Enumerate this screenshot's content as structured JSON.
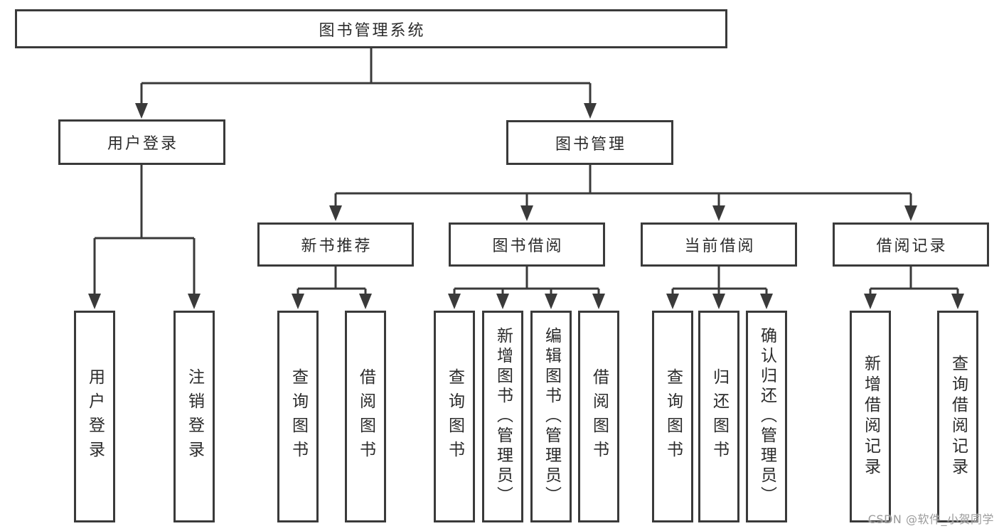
{
  "diagram": {
    "type": "hierarchy-tree",
    "colors": {
      "line": "#3a3a3a",
      "border": "#3a3a3a",
      "text": "#2b2b2b",
      "background": "#ffffff",
      "watermark_text_color": "#9b9b9b"
    },
    "tree": {
      "label": "图书管理系统",
      "children": [
        {
          "label": "用户登录",
          "children": [
            {
              "label": "用户登录"
            },
            {
              "label": "注销登录"
            }
          ]
        },
        {
          "label": "图书管理",
          "children": [
            {
              "label": "新书推荐",
              "children": [
                {
                  "label": "查询图书"
                },
                {
                  "label": "借阅图书"
                }
              ]
            },
            {
              "label": "图书借阅",
              "children": [
                {
                  "label": "查询图书"
                },
                {
                  "label": "新增图书（管理员）"
                },
                {
                  "label": "编辑图书（管理员）"
                },
                {
                  "label": "借阅图书"
                }
              ]
            },
            {
              "label": "当前借阅",
              "children": [
                {
                  "label": "查询图书"
                },
                {
                  "label": "归还图书"
                },
                {
                  "label": "确认归还（管理员）"
                }
              ]
            },
            {
              "label": "借阅记录",
              "children": [
                {
                  "label": "新增借阅记录"
                },
                {
                  "label": "查询借阅记录"
                }
              ]
            }
          ]
        }
      ]
    },
    "watermark": {
      "text": "CSDN @软件_小贺同学"
    }
  }
}
